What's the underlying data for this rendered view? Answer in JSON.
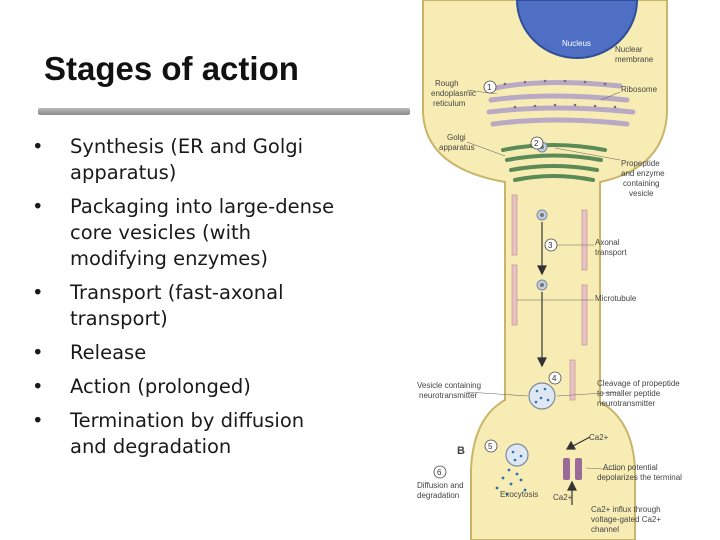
{
  "slide": {
    "title": "Stages of action",
    "bullets": [
      "Synthesis (ER and Golgi apparatus)",
      "Packaging into large-dense core vesicles (with modifying enzymes)",
      "Transport (fast-axonal transport)",
      "Release",
      "Action (prolonged)",
      "Termination by diffusion and degradation"
    ]
  },
  "diagram": {
    "labels": {
      "nucleus": "Nucleus",
      "nuclear_membrane_1": "Nuclear",
      "nuclear_membrane_2": "membrane",
      "rough_er_1": "Rough",
      "rough_er_2": "endoplasmic",
      "rough_er_3": "reticulum",
      "ribosome": "Ribosome",
      "golgi_1": "Golgi",
      "golgi_2": "apparatus",
      "propeptide_1": "Propeptide",
      "propeptide_2": "and enzyme",
      "propeptide_3": "containing",
      "propeptide_4": "vesicle",
      "axonal_1": "Axonal",
      "axonal_2": "transport",
      "microtubule": "Microtubule",
      "vesicle_nt_1": "Vesicle containing",
      "vesicle_nt_2": "neurotransmitter",
      "cleavage_1": "Cleavage of propeptide",
      "cleavage_2": "to smaller peptide",
      "cleavage_3": "neurotransmitter",
      "ca_top": "Ca2+",
      "b_label": "B",
      "diffusion_1": "Diffusion and",
      "diffusion_2": "degradation",
      "exocytosis": "Exocytosis",
      "ca_bottom": "Ca2+",
      "action_pot_1": "Action potential",
      "action_pot_2": "depolarizes the terminal",
      "influx_1": "Ca2+ influx through",
      "influx_2": "voltage-gated Ca2+",
      "influx_3": "channel"
    },
    "steps": [
      "1",
      "2",
      "3",
      "4",
      "5",
      "6"
    ],
    "colors": {
      "cytoplasm": "#f7edb4",
      "outline": "#c9b56a",
      "nucleus": "#4f6fc4",
      "golgi": "#5a8a55",
      "er": "#b9a9c4",
      "vesicle": "#c3cfe0",
      "neurotransmitter_dot": "#2a6fb5",
      "channel": "#9a6a9a"
    }
  }
}
